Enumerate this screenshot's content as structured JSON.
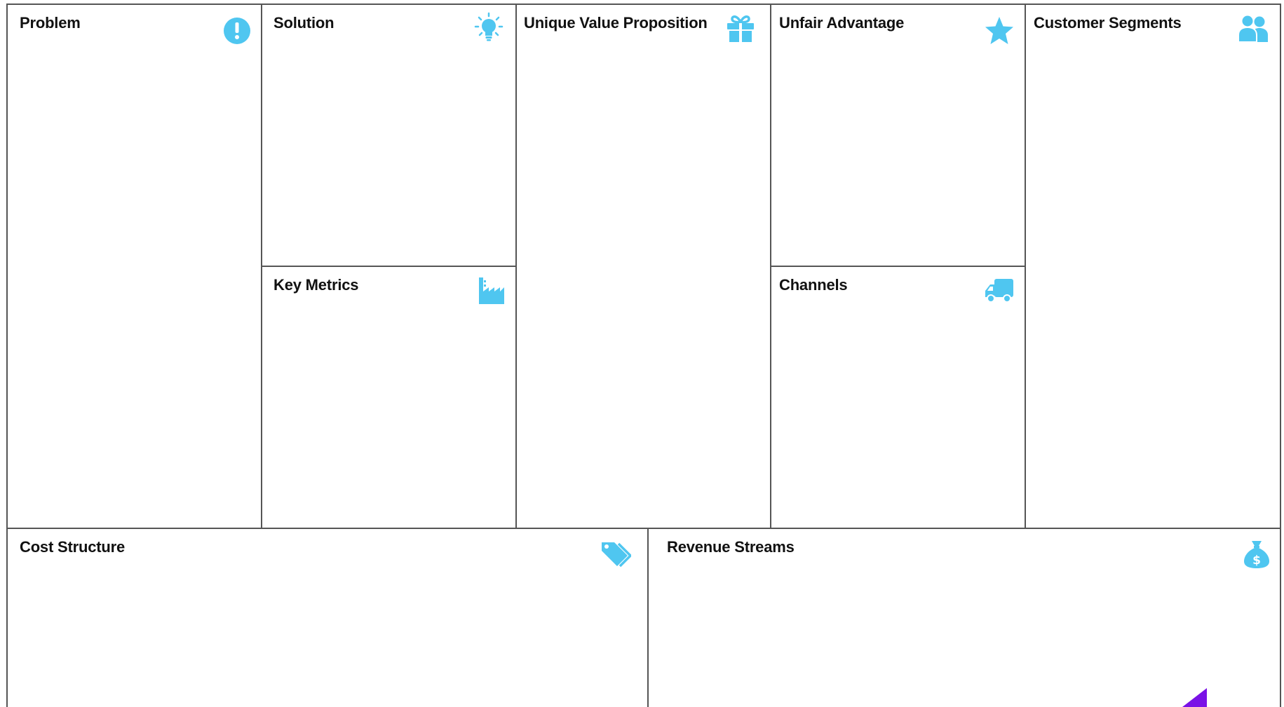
{
  "canvas": {
    "accent_color": "#4fc6f0",
    "line_color": "#555555",
    "corner_mark_color": "#7a12e6"
  },
  "blocks": {
    "problem": {
      "title": "Problem",
      "icon": "exclamation-circle-icon"
    },
    "solution": {
      "title": "Solution",
      "icon": "lightbulb-icon"
    },
    "key_metrics": {
      "title": "Key Metrics",
      "icon": "factory-icon"
    },
    "unique_value_proposition": {
      "title": "Unique Value Proposition",
      "icon": "gift-icon"
    },
    "unfair_advantage": {
      "title": "Unfair Advantage",
      "icon": "star-icon"
    },
    "channels": {
      "title": "Channels",
      "icon": "truck-icon"
    },
    "customer_segments": {
      "title": "Customer Segments",
      "icon": "users-icon"
    },
    "cost_structure": {
      "title": "Cost Structure",
      "icon": "price-tags-icon"
    },
    "revenue_streams": {
      "title": "Revenue Streams",
      "icon": "money-bag-icon"
    }
  }
}
